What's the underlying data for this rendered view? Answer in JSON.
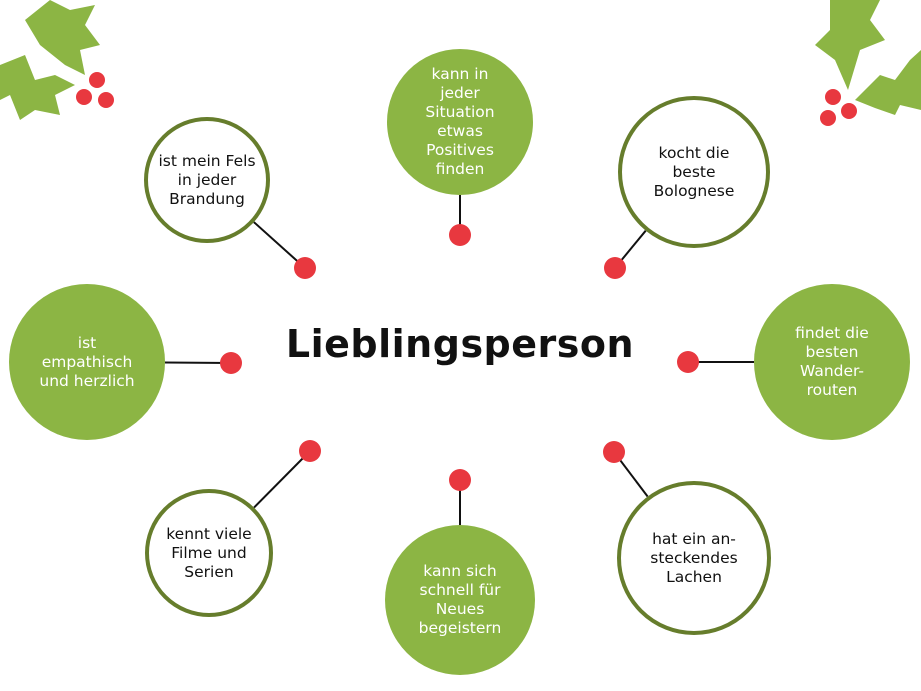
{
  "title": "Lieblingsperson",
  "colors": {
    "green": "#8cb544",
    "outline": "#667d2c",
    "red": "#e8383f",
    "line": "#111111"
  },
  "nodes": [
    {
      "id": "top-left",
      "text": "ist mein Fels\nin jeder\nBrandung",
      "style": "outline"
    },
    {
      "id": "top",
      "text": "kann in\njeder\nSituation\netwas\nPositives\nfinden",
      "style": "filled"
    },
    {
      "id": "top-right",
      "text": "kocht die\nbeste\nBolognese",
      "style": "outline"
    },
    {
      "id": "left",
      "text": "ist\nempathisch\nund herzlich",
      "style": "filled"
    },
    {
      "id": "right",
      "text": "findet die\nbesten\nWander-\nrouten",
      "style": "filled"
    },
    {
      "id": "bottom-left",
      "text": "kennt viele\nFilme und\nSerien",
      "style": "outline"
    },
    {
      "id": "bottom",
      "text": "kann sich\nschnell für\nNeues\nbegeistern",
      "style": "filled"
    },
    {
      "id": "bottom-right",
      "text": "hat ein an-\nsteckendes\nLachen",
      "style": "outline"
    }
  ]
}
